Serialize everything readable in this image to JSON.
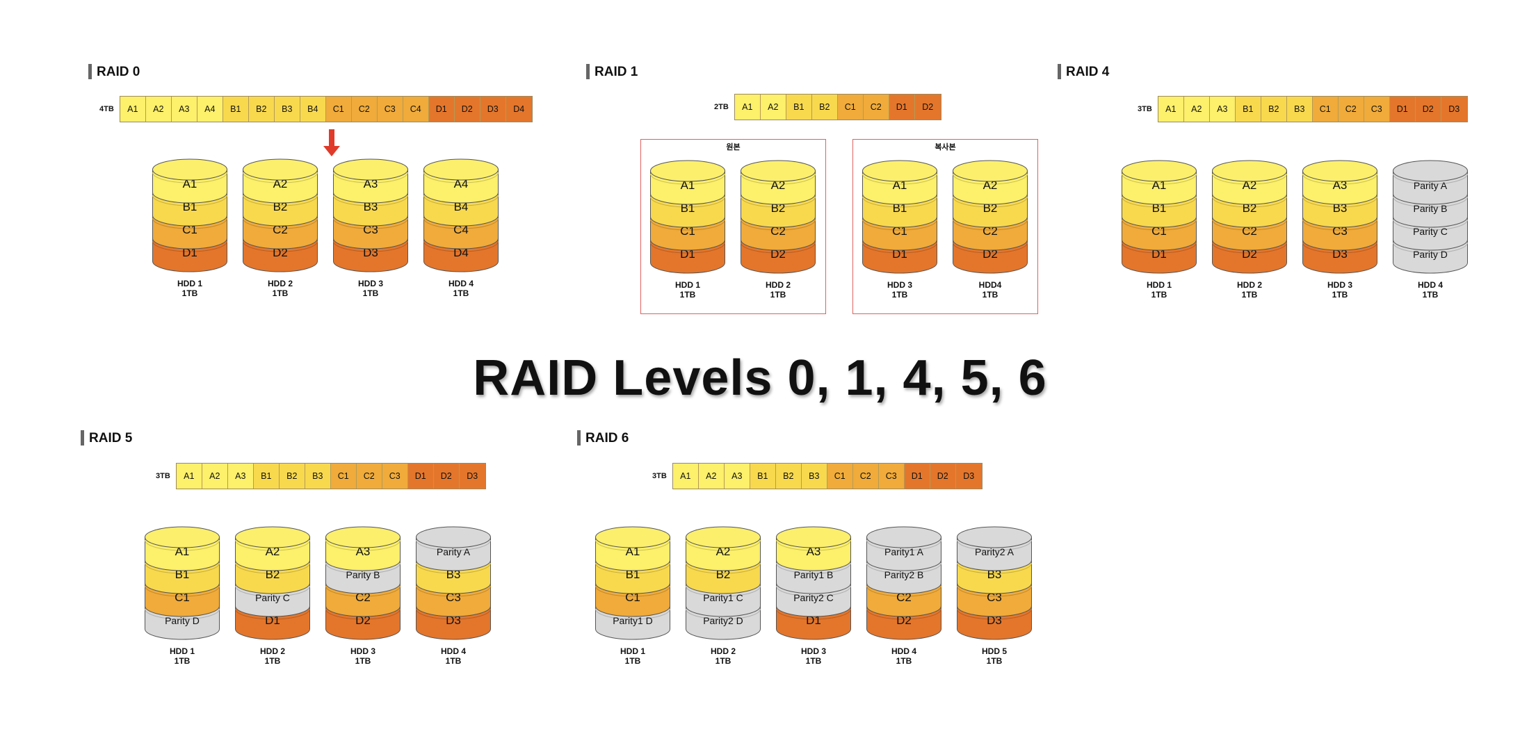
{
  "main_title": "RAID Levels 0, 1, 4, 5, 6",
  "colors": {
    "A": "#fdf06a",
    "B": "#f8d94e",
    "C": "#f0ab3a",
    "D": "#e4762b",
    "parity": "#d9d9d9",
    "top": "#fcef6c"
  },
  "sections": [
    {
      "id": "raid0",
      "title": "RAID 0",
      "capacity": "4TB",
      "strip": [
        "A1",
        "A2",
        "A3",
        "A4",
        "B1",
        "B2",
        "B3",
        "B4",
        "C1",
        "C2",
        "C3",
        "C4",
        "D1",
        "D2",
        "D3",
        "D4"
      ],
      "disks": [
        {
          "name": "HDD 1",
          "size": "1TB",
          "blocks": [
            "A1",
            "B1",
            "C1",
            "D1"
          ]
        },
        {
          "name": "HDD 2",
          "size": "1TB",
          "blocks": [
            "A2",
            "B2",
            "C2",
            "D2"
          ]
        },
        {
          "name": "HDD 3",
          "size": "1TB",
          "blocks": [
            "A3",
            "B3",
            "C3",
            "D3"
          ]
        },
        {
          "name": "HDD 4",
          "size": "1TB",
          "blocks": [
            "A4",
            "B4",
            "C4",
            "D4"
          ]
        }
      ]
    },
    {
      "id": "raid1",
      "title": "RAID 1",
      "capacity": "2TB",
      "strip": [
        "A1",
        "A2",
        "B1",
        "B2",
        "C1",
        "C2",
        "D1",
        "D2"
      ],
      "groups": [
        "원본",
        "복사본"
      ],
      "disks": [
        {
          "name": "HDD 1",
          "size": "1TB",
          "blocks": [
            "A1",
            "B1",
            "C1",
            "D1"
          ]
        },
        {
          "name": "HDD 2",
          "size": "1TB",
          "blocks": [
            "A2",
            "B2",
            "C2",
            "D2"
          ]
        },
        {
          "name": "HDD 3",
          "size": "1TB",
          "blocks": [
            "A1",
            "B1",
            "C1",
            "D1"
          ]
        },
        {
          "name": "HDD4",
          "size": "1TB",
          "blocks": [
            "A2",
            "B2",
            "C2",
            "D2"
          ]
        }
      ]
    },
    {
      "id": "raid4",
      "title": "RAID 4",
      "capacity": "3TB",
      "strip": [
        "A1",
        "A2",
        "A3",
        "B1",
        "B2",
        "B3",
        "C1",
        "C2",
        "C3",
        "D1",
        "D2",
        "D3"
      ],
      "disks": [
        {
          "name": "HDD 1",
          "size": "1TB",
          "blocks": [
            "A1",
            "B1",
            "C1",
            "D1"
          ]
        },
        {
          "name": "HDD 2",
          "size": "1TB",
          "blocks": [
            "A2",
            "B2",
            "C2",
            "D2"
          ]
        },
        {
          "name": "HDD 3",
          "size": "1TB",
          "blocks": [
            "A3",
            "B3",
            "C3",
            "D3"
          ]
        },
        {
          "name": "HDD 4",
          "size": "1TB",
          "blocks": [
            "Parity A",
            "Parity B",
            "Parity C",
            "Parity D"
          ]
        }
      ]
    },
    {
      "id": "raid5",
      "title": "RAID 5",
      "capacity": "3TB",
      "strip": [
        "A1",
        "A2",
        "A3",
        "B1",
        "B2",
        "B3",
        "C1",
        "C2",
        "C3",
        "D1",
        "D2",
        "D3"
      ],
      "disks": [
        {
          "name": "HDD 1",
          "size": "1TB",
          "blocks": [
            "A1",
            "B1",
            "C1",
            "Parity D"
          ]
        },
        {
          "name": "HDD 2",
          "size": "1TB",
          "blocks": [
            "A2",
            "B2",
            "Parity C",
            "D1"
          ]
        },
        {
          "name": "HDD 3",
          "size": "1TB",
          "blocks": [
            "A3",
            "Parity B",
            "C2",
            "D2"
          ]
        },
        {
          "name": "HDD 4",
          "size": "1TB",
          "blocks": [
            "Parity A",
            "B3",
            "C3",
            "D3"
          ]
        }
      ]
    },
    {
      "id": "raid6",
      "title": "RAID 6",
      "capacity": "3TB",
      "strip": [
        "A1",
        "A2",
        "A3",
        "B1",
        "B2",
        "B3",
        "C1",
        "C2",
        "C3",
        "D1",
        "D2",
        "D3"
      ],
      "disks": [
        {
          "name": "HDD 1",
          "size": "1TB",
          "blocks": [
            "A1",
            "B1",
            "C1",
            "Parity1 D"
          ]
        },
        {
          "name": "HDD 2",
          "size": "1TB",
          "blocks": [
            "A2",
            "B2",
            "Parity1 C",
            "Parity2 D"
          ]
        },
        {
          "name": "HDD 3",
          "size": "1TB",
          "blocks": [
            "A3",
            "Parity1 B",
            "Parity2 C",
            "D1"
          ]
        },
        {
          "name": "HDD 4",
          "size": "1TB",
          "blocks": [
            "Parity1 A",
            "Parity2 B",
            "C2",
            "D2"
          ]
        },
        {
          "name": "HDD 5",
          "size": "1TB",
          "blocks": [
            "Parity2 A",
            "B3",
            "C3",
            "D3"
          ]
        }
      ]
    }
  ]
}
